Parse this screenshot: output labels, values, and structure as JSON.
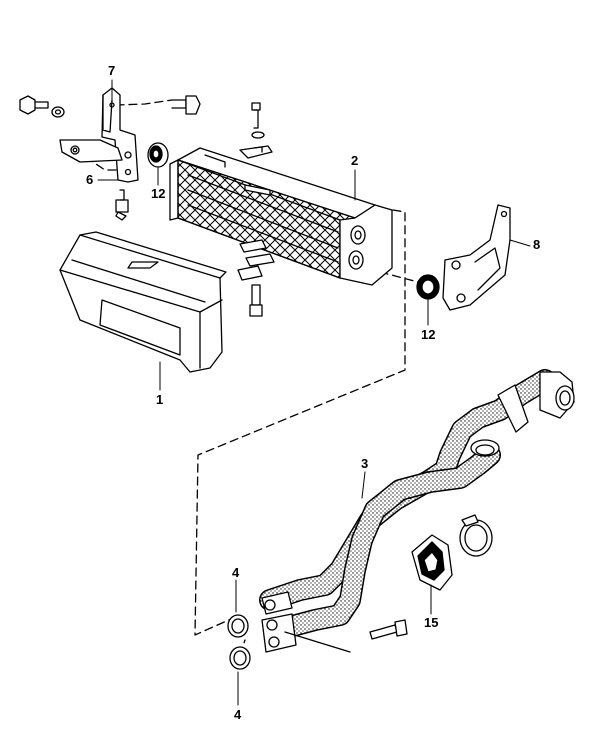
{
  "diagram": {
    "callouts": [
      {
        "id": "c7",
        "text": "7"
      },
      {
        "id": "c2",
        "text": "2"
      },
      {
        "id": "c6",
        "text": "6"
      },
      {
        "id": "c12a",
        "text": "12"
      },
      {
        "id": "c8",
        "text": "8"
      },
      {
        "id": "c12b",
        "text": "12"
      },
      {
        "id": "c1",
        "text": "1"
      },
      {
        "id": "c3",
        "text": "3"
      },
      {
        "id": "c4a",
        "text": "4"
      },
      {
        "id": "c15",
        "text": "15"
      },
      {
        "id": "c4b",
        "text": "4"
      }
    ]
  }
}
